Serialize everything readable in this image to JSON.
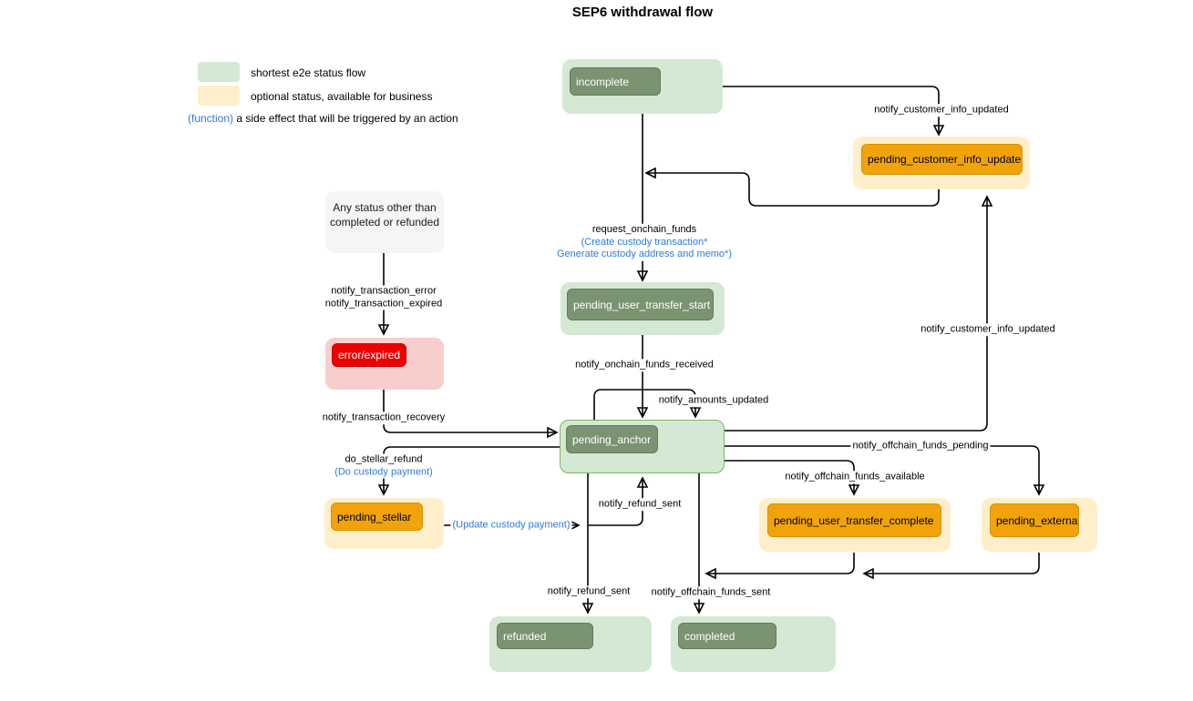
{
  "title": "SEP6 withdrawal flow",
  "legend": {
    "green_label": "shortest e2e status flow",
    "yellow_label": "optional status, available for business",
    "function_token": "(function)",
    "function_desc": " a side effect that will be triggered by an action"
  },
  "colors": {
    "green_light": "#d5e8d4",
    "green_dark": "#7a9471",
    "green_border": "#82b366",
    "yellow_light": "#ffeeca",
    "orange": "#f0a30a",
    "orange_border": "#d79200",
    "red": "#ee0000",
    "pink": "#f8cecc",
    "gray": "#f5f5f5",
    "blue": "#2e7bd9"
  },
  "nodes": {
    "incomplete": {
      "label": "incomplete"
    },
    "pending_customer_info_update": {
      "label": "pending_customer_info_update"
    },
    "any_status": {
      "line1": "Any status other than",
      "line2": "completed or refunded"
    },
    "error_expired": {
      "label": "error/expired"
    },
    "pending_user_transfer_start": {
      "label": "pending_user_transfer_start"
    },
    "pending_anchor": {
      "label": "pending_anchor"
    },
    "pending_stellar": {
      "label": "pending_stellar"
    },
    "pending_user_transfer_complete": {
      "label": "pending_user_transfer_complete"
    },
    "pending_external": {
      "label": "pending_external"
    },
    "refunded": {
      "label": "refunded"
    },
    "completed": {
      "label": "completed"
    }
  },
  "edge_labels": {
    "notify_customer_info_updated_top": "notify_customer_info_updated",
    "request_onchain_funds": "request_onchain_funds",
    "request_onchain_funds_fn1": "(Create custody transaction*",
    "request_onchain_funds_fn2": "Generate custody address and memo*)",
    "notify_transaction_error": "notify_transaction_error",
    "notify_transaction_expired": "notify_transaction_expired",
    "notify_onchain_funds_received": "notify_onchain_funds_received",
    "notify_amounts_updated": "notify_amounts_updated",
    "notify_transaction_recovery": "notify_transaction_recovery",
    "do_stellar_refund": "do_stellar_refund",
    "do_custody_payment_fn": "(Do custody payment)",
    "update_custody_payment_fn": "(Update custody payment)",
    "notify_refund_sent_mid": "notify_refund_sent",
    "notify_offchain_funds_pending": "notify_offchain_funds_pending",
    "notify_offchain_funds_available": "notify_offchain_funds_available",
    "notify_customer_info_updated_right": "notify_customer_info_updated",
    "notify_refund_sent_bottom": "notify_refund_sent",
    "notify_offchain_funds_sent": "notify_offchain_funds_sent"
  }
}
